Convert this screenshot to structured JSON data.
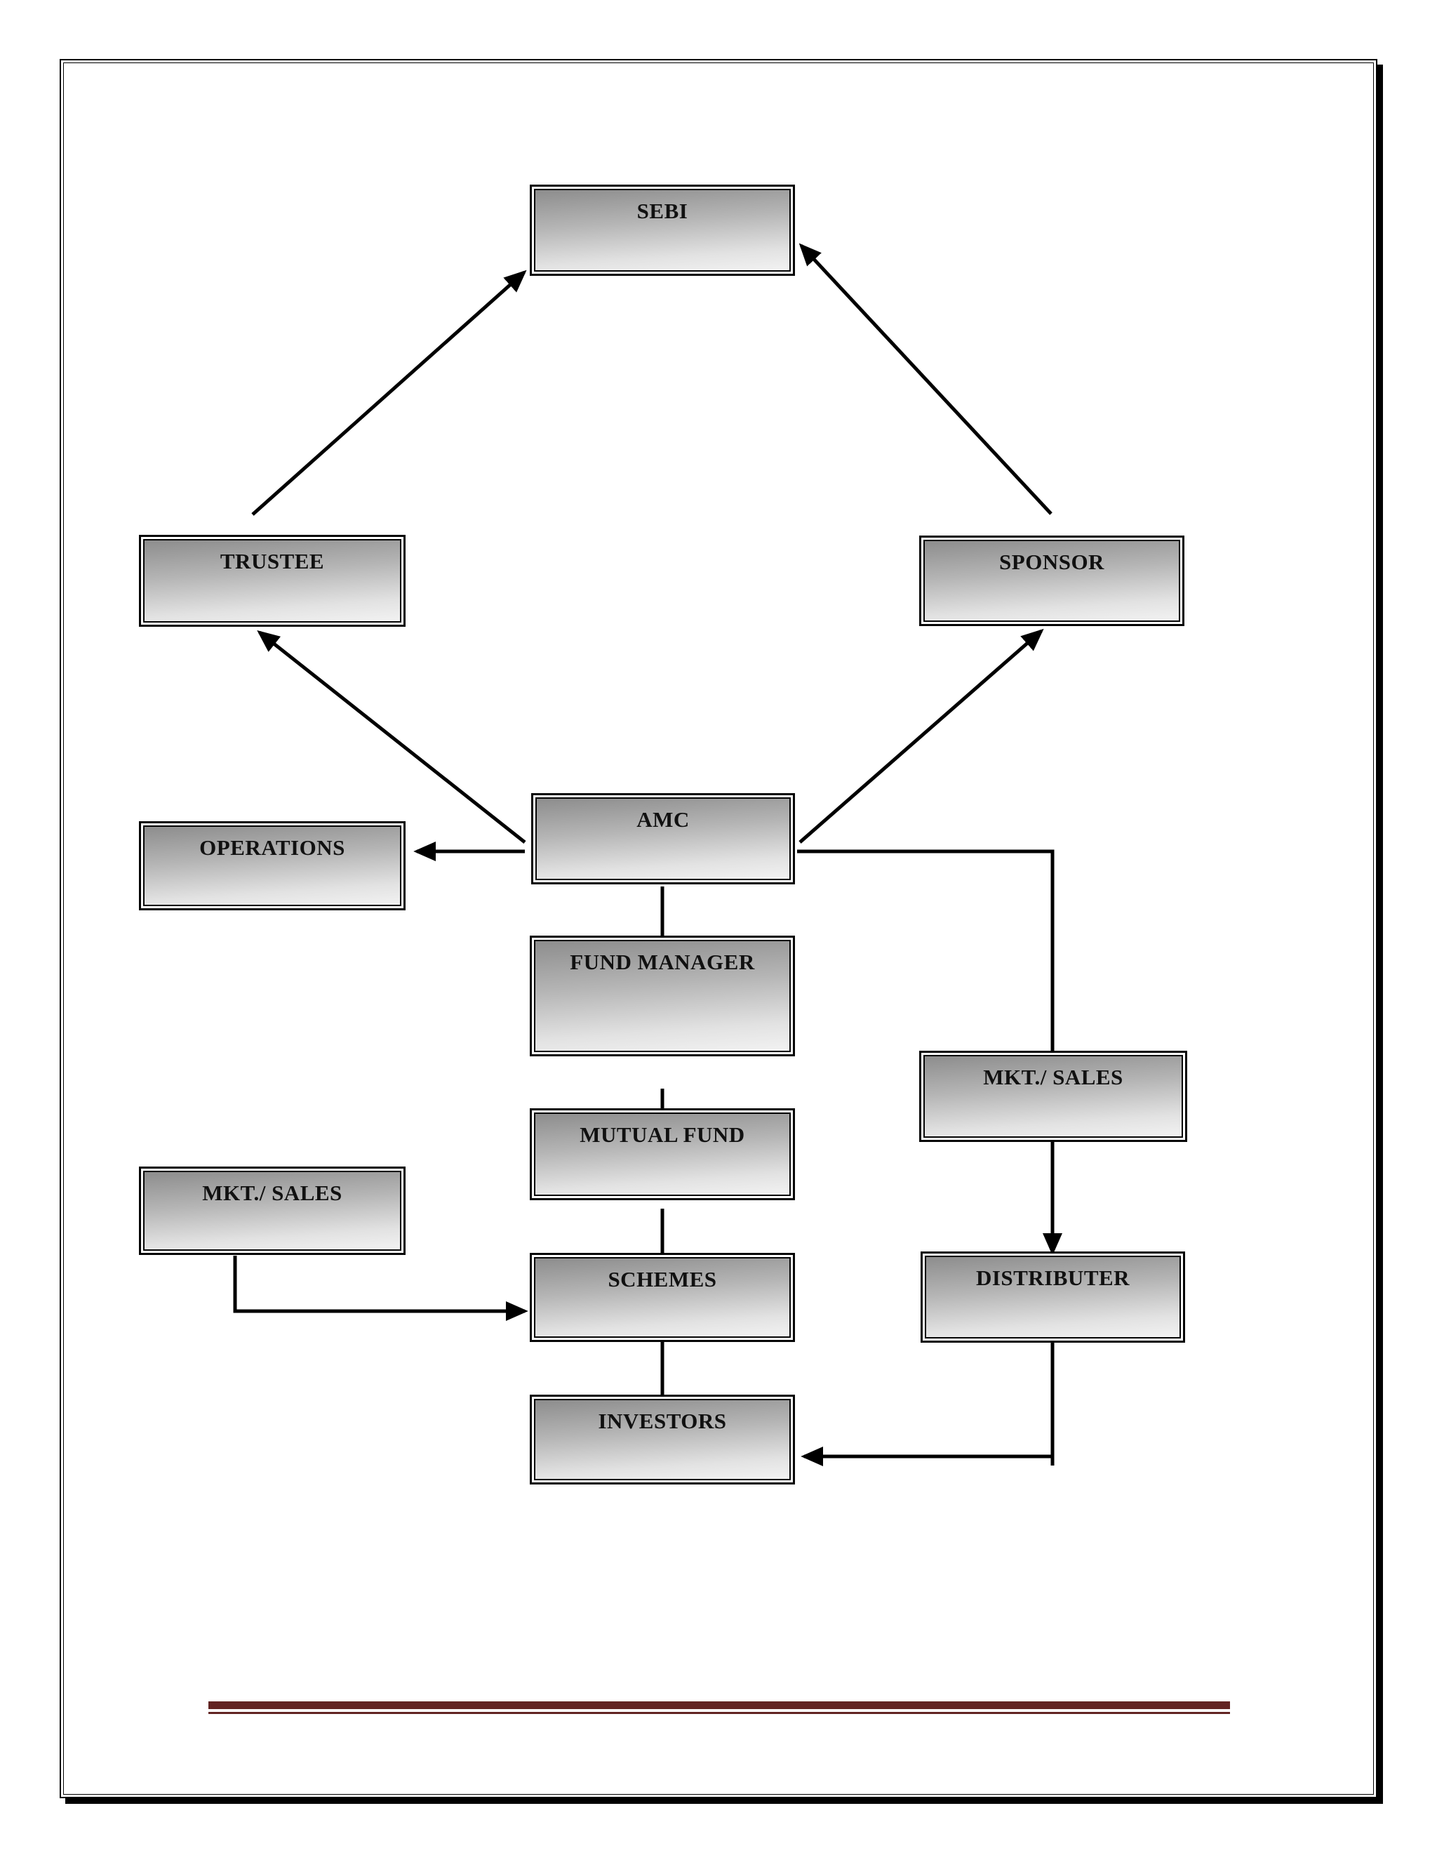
{
  "page": {
    "background_color": "#ffffff",
    "border_color": "#000000",
    "divider_color": "#622423"
  },
  "diagram": {
    "title": "Mutual fund structure flowchart",
    "node_style": {
      "fill_top": "#8d8d8d",
      "fill_bottom": "#f2f2f2",
      "border_color": "#050505",
      "text_color": "#111111"
    },
    "nodes": {
      "sebi": {
        "label": "SEBI"
      },
      "trustee": {
        "label": "TRUSTEE"
      },
      "sponsor": {
        "label": "SPONSOR"
      },
      "amc": {
        "label": "AMC"
      },
      "operations": {
        "label": "OPERATIONS"
      },
      "fund_manager": {
        "label": "FUND MANAGER"
      },
      "mkt_sales_right": {
        "label": "MKT./ SALES"
      },
      "mutual_fund": {
        "label": "MUTUAL FUND"
      },
      "mkt_sales_left": {
        "label": "MKT./ SALES"
      },
      "schemes": {
        "label": "SCHEMES"
      },
      "distributer": {
        "label": "DISTRIBUTER"
      },
      "investors": {
        "label": "INVESTORS"
      }
    },
    "edges": [
      {
        "from": "TRUSTEE",
        "to": "SEBI"
      },
      {
        "from": "SPONSOR",
        "to": "SEBI"
      },
      {
        "from": "AMC",
        "to": "TRUSTEE"
      },
      {
        "from": "AMC",
        "to": "SPONSOR"
      },
      {
        "from": "AMC",
        "to": "OPERATIONS"
      },
      {
        "from": "AMC",
        "to": "FUND MANAGER"
      },
      {
        "from": "FUND MANAGER",
        "to": "MUTUAL FUND"
      },
      {
        "from": "MUTUAL FUND",
        "to": "SCHEMES"
      },
      {
        "from": "SCHEMES",
        "to": "INVESTORS"
      },
      {
        "from": "MKT./ SALES (left)",
        "to": "SCHEMES"
      },
      {
        "from": "AMC",
        "to": "MKT./ SALES (right)"
      },
      {
        "from": "MKT./ SALES (right)",
        "to": "DISTRIBUTER"
      },
      {
        "from": "DISTRIBUTER",
        "to": "INVESTORS"
      }
    ]
  }
}
